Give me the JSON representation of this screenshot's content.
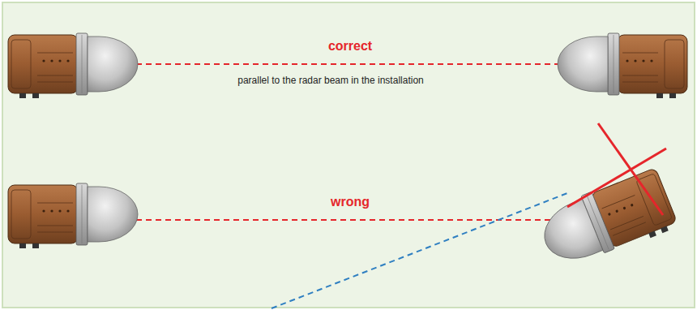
{
  "diagram": {
    "labels": [
      "correct",
      "parallel to the radar beam in the installation",
      "wrong"
    ]
  }
}
